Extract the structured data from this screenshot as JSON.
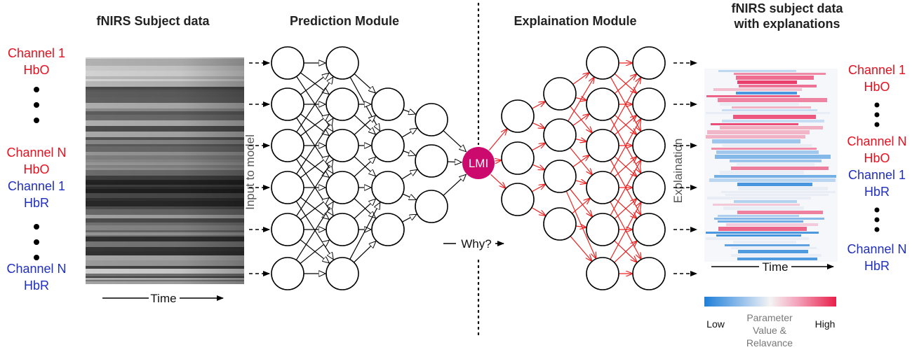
{
  "titles": {
    "subject_data": "fNIRS Subject data",
    "prediction": "Prediction Module",
    "explanation": "Explaination Module",
    "explained_line1": "fNIRS subject data",
    "explained_line2": "with explanations"
  },
  "left_labels": {
    "ch1_hbo_a": "Channel 1",
    "ch1_hbo_b": "HbO",
    "chn_hbo_a": "Channel N",
    "chn_hbo_b": "HbO",
    "ch1_hbr_a": "Channel 1",
    "ch1_hbr_b": "HbR",
    "chn_hbr_a": "Channel N",
    "chn_hbr_b": "HbR"
  },
  "right_labels": {
    "ch1_hbo_a": "Channel 1",
    "ch1_hbo_b": "HbO",
    "chn_hbo_a": "Channel N",
    "chn_hbo_b": "HbO",
    "ch1_hbr_a": "Channel 1",
    "ch1_hbr_b": "HbR",
    "chn_hbr_a": "Channel N",
    "chn_hbr_b": "HbR"
  },
  "time_label": "Time",
  "time_label_right": "Time",
  "input_label": "Input to model",
  "explanation_label": "Explaination",
  "lmi_label": "LMI",
  "why_label": "Why?",
  "legend": {
    "low": "Low",
    "high": "High",
    "title_line1": "Parameter",
    "title_line2": "Value &",
    "title_line3": "Relavance",
    "low_color": "#1e7fd8",
    "high_color": "#e8204a"
  },
  "colors": {
    "channel_hbo": "#e8101e",
    "channel_hbr": "#1f2fbf",
    "lmi_node": "#cc0a6e",
    "explanation_arrows": "#ee2222"
  }
}
